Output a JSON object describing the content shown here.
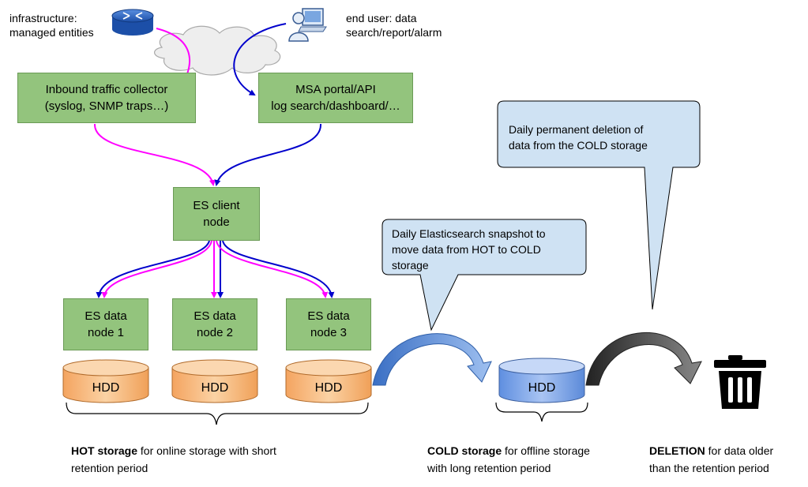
{
  "labels": {
    "infrastructure": "infrastructure:\nmanaged entities",
    "end_user": "end user: data\nsearch/report/alarm"
  },
  "nodes": {
    "inbound_collector": "Inbound traffic collector\n(syslog, SNMP traps…)",
    "msa_portal": "MSA portal/API\nlog search/dashboard/…",
    "es_client": "ES client\nnode",
    "data_node_1": "ES data\nnode 1",
    "data_node_2": "ES data\nnode 2",
    "data_node_3": "ES data\nnode 3"
  },
  "disks": {
    "hot_1": "HDD",
    "hot_2": "HDD",
    "hot_3": "HDD",
    "cold": "HDD"
  },
  "callouts": {
    "deletion": "Daily permanent deletion of\ndata from the COLD storage",
    "snapshot": "Daily Elasticsearch snapshot to\nmove data from HOT to COLD\nstorage"
  },
  "captions": {
    "hot": {
      "bold": "HOT storage",
      "rest": " for online storage with short",
      "line2": "retention period"
    },
    "cold": {
      "bold": "COLD storage",
      "rest": " for offline storage",
      "line2": "with long retention period"
    },
    "deletion": {
      "bold": "DELETION",
      "rest": " for data older",
      "line2": "than the retention period"
    }
  },
  "icons": [
    "router-icon",
    "user-workstation-icon",
    "cloud-icon",
    "trash-can-icon"
  ],
  "colors": {
    "node_fill": "#93c47d",
    "hot_disk": "#f6b26b",
    "cold_disk": "#6d9eeb",
    "callout_fill": "#cfe2f3",
    "syslog_arrow": "#ff00ff",
    "user_arrow": "#0000cc"
  }
}
